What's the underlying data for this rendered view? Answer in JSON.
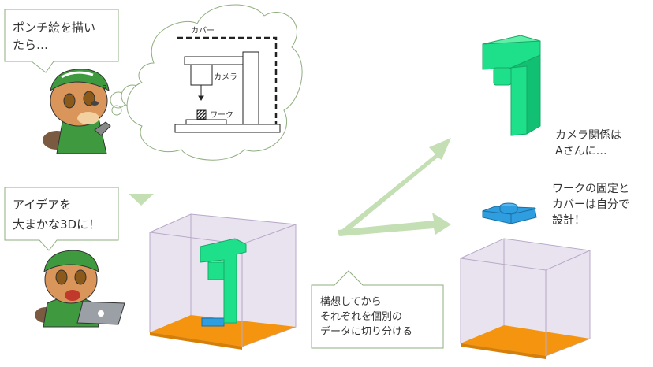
{
  "bubbles": {
    "sketch": {
      "lines": [
        "ポンチ絵を描い",
        "たら…"
      ]
    },
    "idea": {
      "lines": [
        "アイデアを",
        "大まかな3Dに！"
      ]
    },
    "split": {
      "lines": [
        "構想してから",
        "それぞれを個別の",
        "データに切り分ける"
      ]
    }
  },
  "sketch_labels": {
    "cover": "カバー",
    "camera": "カメラ",
    "work": "ワーク"
  },
  "notes": {
    "camera": {
      "lines": [
        "カメラ関係は",
        "Aさんに…"
      ]
    },
    "work": {
      "lines": [
        "ワークの固定と",
        "カバーは自分で",
        "設計！"
      ]
    }
  },
  "colors": {
    "camera_part": "#1fe08a",
    "fixture": "#2f9ee0",
    "floor": "#f5950f",
    "box": "#e4dcec",
    "arrow": "#c5dfb4",
    "bubble_border": "#8fae7f"
  }
}
